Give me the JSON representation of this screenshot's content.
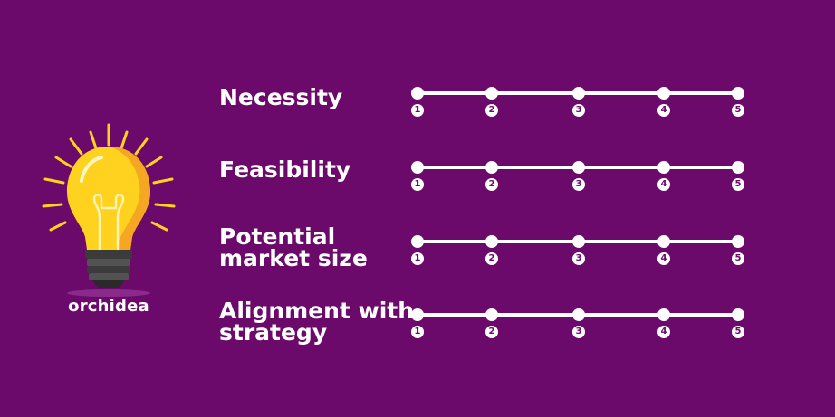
{
  "brand": {
    "name": "orchidea"
  },
  "colors": {
    "background": "#6b0a6b",
    "bulb_yellow": "#ffd21f",
    "bulb_orange": "#f5a623",
    "bulb_base": "#3b3b3b",
    "line": "#ffffff"
  },
  "icons": {
    "bulb": "lightbulb-icon"
  },
  "criteria": [
    {
      "label_line1": "Necessity",
      "label_line2": ""
    },
    {
      "label_line1": "Feasibility",
      "label_line2": ""
    },
    {
      "label_line1": "Potential",
      "label_line2": "market size"
    },
    {
      "label_line1": "Alignment with",
      "label_line2": "strategy"
    }
  ],
  "scale_labels": [
    "1",
    "2",
    "3",
    "4",
    "5"
  ]
}
